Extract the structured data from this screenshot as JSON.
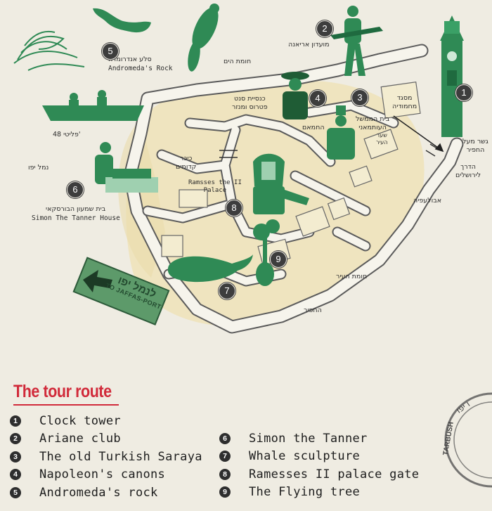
{
  "map": {
    "markers": [
      {
        "number": "1"
      },
      {
        "number": "2"
      },
      {
        "number": "3"
      },
      {
        "number": "4"
      },
      {
        "number": "5"
      },
      {
        "number": "6"
      },
      {
        "number": "7"
      },
      {
        "number": "8"
      },
      {
        "number": "9"
      }
    ],
    "labels": {
      "andromeda_he": "סלע אנדרומדה",
      "andromeda_en": "Andromeda's Rock",
      "sea_wall": "חומת הים",
      "ariane_he": "מועדון אריאנה",
      "church": "כנסיית סנט\nפטרוס ומנזר",
      "mosque": "מסגד\nמחמודיה",
      "saraya": "בית הממשל\nהעותמאני",
      "hammam": "החמאם",
      "city_gate": "שער\nהעיר",
      "bridge": "גשר מעל\nהחפיר",
      "pleiti": "פליטי 48'",
      "jerusalem_rd": "הדרך\nלירושלים",
      "kedumim": "כיכר\nקדומים",
      "ramesses_palace": "Ramsses the II\nPalace",
      "jaffa_port_he": "נמל יפו",
      "tanner_he": "בית שמעון הבורסקאי",
      "tanner_en": "Simon The Tanner House",
      "abulafia": "אבולעפיה",
      "city_wall": "חומת העיר",
      "moat": "החפיר",
      "sign_he": "לנמל יפו",
      "sign_en": "TO JAFFAS-PORT"
    }
  },
  "legend": {
    "title": "The tour route",
    "items": [
      {
        "number": "1",
        "label": "Clock tower"
      },
      {
        "number": "2",
        "label": "Ariane club"
      },
      {
        "number": "3",
        "label": "The old Turkish Saraya"
      },
      {
        "number": "4",
        "label": "Napoleon's canons"
      },
      {
        "number": "5",
        "label": "Andromeda's rock"
      },
      {
        "number": "6",
        "label": "Simon the Tanner"
      },
      {
        "number": "7",
        "label": "Whale sculpture"
      },
      {
        "number": "8",
        "label": "Ramesses II palace gate"
      },
      {
        "number": "9",
        "label": "The Flying tree"
      }
    ]
  },
  "stamp": {
    "text_he": "ו יפו",
    "text_en": "TARBUSH"
  },
  "colors": {
    "paper": "#efece2",
    "old_city_fill": "#eee3b8",
    "streets": "#f6f4ec",
    "street_outline": "#5b5b5b",
    "marker": "#3d3d3d",
    "figures_green": "#2f8a55",
    "title_red": "#d12a3a",
    "sign_green": "#5d9a6a"
  }
}
